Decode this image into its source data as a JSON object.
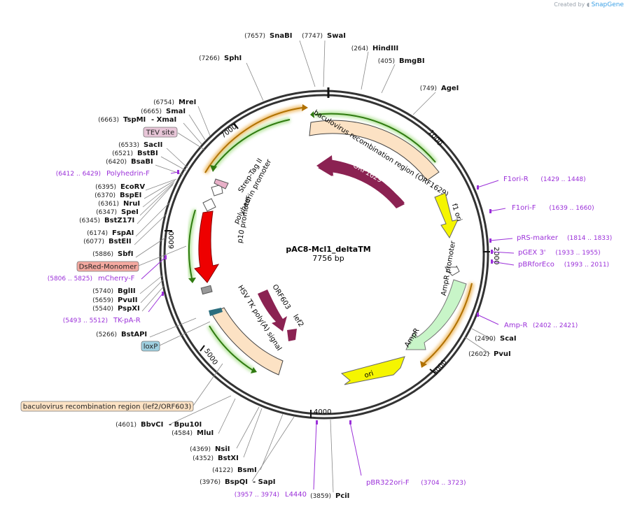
{
  "credit": {
    "prefix": "Created by",
    "brand": "SnapGene"
  },
  "plasmid": {
    "name": "pAC8-Mcl1_deltaTM",
    "length_label": "7756 bp",
    "length": 7756
  },
  "tick_labels": [
    "1000",
    "2000",
    "3000",
    "4000",
    "5000",
    "6000",
    "7000"
  ],
  "sites": [
    {
      "name": "SnaBI",
      "pos": "(7657)"
    },
    {
      "name": "SwaI",
      "pos": "(7747)"
    },
    {
      "name": "HindIII",
      "pos": "(264)"
    },
    {
      "name": "BmgBI",
      "pos": "(405)"
    },
    {
      "name": "SphI",
      "pos": "(7266)"
    },
    {
      "name": "AgeI",
      "pos": "(749)"
    },
    {
      "name": "MreI",
      "pos": "(6754)"
    },
    {
      "name": "SmaI",
      "pos": "(6665)"
    },
    {
      "name": "TspMI",
      "pos": "(6663)",
      "alt": "- XmaI"
    },
    {
      "name": "SacII",
      "pos": "(6533)"
    },
    {
      "name": "BstBI",
      "pos": "(6521)"
    },
    {
      "name": "BsaBI",
      "pos": "(6420)"
    },
    {
      "name": "EcoRV",
      "pos": "(6395)"
    },
    {
      "name": "BspEI",
      "pos": "(6370)"
    },
    {
      "name": "NruI",
      "pos": "(6361)"
    },
    {
      "name": "SpeI",
      "pos": "(6347)"
    },
    {
      "name": "BstZ17I",
      "pos": "(6345)"
    },
    {
      "name": "FspAI",
      "pos": "(6174)"
    },
    {
      "name": "BstEII",
      "pos": "(6077)"
    },
    {
      "name": "SbfI",
      "pos": "(5886)"
    },
    {
      "name": "BglII",
      "pos": "(5740)"
    },
    {
      "name": "PvuII",
      "pos": "(5659)"
    },
    {
      "name": "PspXI",
      "pos": "(5540)"
    },
    {
      "name": "BstAPI",
      "pos": "(5266)"
    },
    {
      "name": "ScaI",
      "pos": "(2490)"
    },
    {
      "name": "PvuI",
      "pos": "(2602)"
    },
    {
      "name": "BbvCI",
      "pos": "(4601)",
      "alt": "- Bpu10I"
    },
    {
      "name": "MluI",
      "pos": "(4584)"
    },
    {
      "name": "NsiI",
      "pos": "(4369)"
    },
    {
      "name": "BstXI",
      "pos": "(4352)"
    },
    {
      "name": "BsmI",
      "pos": "(4122)"
    },
    {
      "name": "BspQI",
      "pos": "(3976)",
      "alt": "- SapI"
    },
    {
      "name": "PciI",
      "pos": "(3859)"
    }
  ],
  "primers": [
    {
      "name": "Polyhedrin-F",
      "range": "(6412 .. 6429)"
    },
    {
      "name": "mCherry-F",
      "range": "(5806 .. 5825)"
    },
    {
      "name": "TK-pA-R",
      "range": "(5493 .. 5512)"
    },
    {
      "name": "F1ori-R",
      "range": "(1429 .. 1448)"
    },
    {
      "name": "F1ori-F",
      "range": "(1639 .. 1660)"
    },
    {
      "name": "pRS-marker",
      "range": "(1814 .. 1833)"
    },
    {
      "name": "pGEX 3'",
      "range": "(1933 .. 1955)"
    },
    {
      "name": "pBRforEco",
      "range": "(1993 .. 2011)"
    },
    {
      "name": "Amp-R",
      "range": "(2402 .. 2421)"
    },
    {
      "name": "pBR322ori-F",
      "range": "(3704 .. 3723)"
    },
    {
      "name": "L4440",
      "range": "(3957 .. 3974)"
    }
  ],
  "boxed_features": [
    {
      "name": "TEV site",
      "color": "#e8c6d8"
    },
    {
      "name": "DsRed-Monomer",
      "color": "#f4a9a0"
    },
    {
      "name": "loxP",
      "color": "#9fd0e0"
    },
    {
      "name": "baculovirus recombination region (lef2/ORF603)",
      "color": "#fce2c4"
    }
  ],
  "features": {
    "bac_region_top": "baculovirus recombination region (ORF1629)",
    "orf1629": "ORF1629",
    "f1_ori": "f1 ori",
    "ampr_promoter": "AmpR promoter",
    "ampr": "AmpR",
    "ori": "ori",
    "orf603": "ORF603",
    "lef2": "lef2",
    "hsv_tk": "HSV TK poly(A) signal",
    "p10": "p10 promoter",
    "polyhedrin": "polyhedrin promoter",
    "strep": "Strep-Tag II"
  },
  "colors": {
    "backbone": "#333333",
    "primer": "#9b30d9",
    "bac_region": "#fce2c4",
    "orf": "#8b2252",
    "f1ori": "#f5f500",
    "ampr": "#c8f5c8",
    "ori": "#f5f500",
    "mcherry": "#ee0000",
    "green_arrow": "#3a8a1a",
    "orange_arrow": "#c87a00"
  }
}
